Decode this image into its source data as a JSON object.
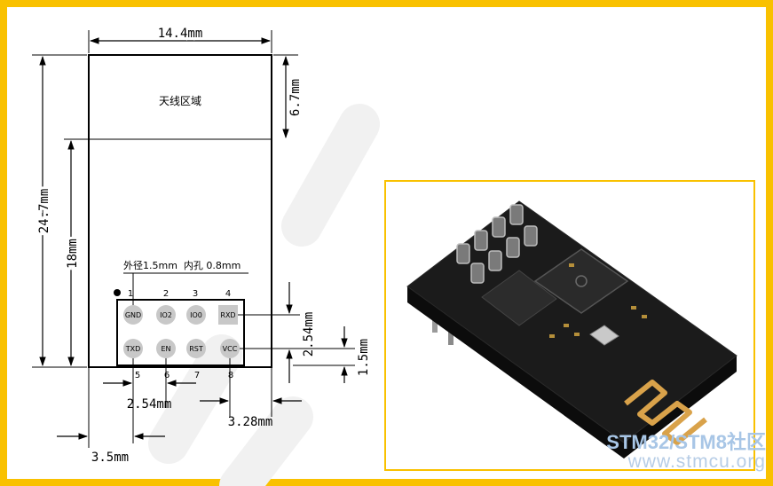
{
  "dims": {
    "width": "14.4mm",
    "height_total": "24.7mm",
    "antenna_h": "6.7mm",
    "body_h": "18mm",
    "pitch_v": "2.54mm",
    "pin_gap": "1.5mm",
    "pitch_h": "2.54mm",
    "right_gap": "3.28mm",
    "left_gap": "3.5mm"
  },
  "labels": {
    "antenna_area": "天线区域",
    "hole_spec": "外径1.5mm  内孔 0.8mm"
  },
  "pins_top": [
    {
      "num": "1",
      "name": "GND"
    },
    {
      "num": "2",
      "name": "IO2"
    },
    {
      "num": "3",
      "name": "IO0"
    },
    {
      "num": "4",
      "name": "RXD"
    }
  ],
  "pins_bottom": [
    {
      "num": "5",
      "name": "TXD"
    },
    {
      "num": "6",
      "name": "EN"
    },
    {
      "num": "7",
      "name": "RST"
    },
    {
      "num": "8",
      "name": "VCC"
    }
  ],
  "watermark": {
    "line1": "STM32/STM8社区",
    "line2": "www.stmcu.org"
  },
  "colors": {
    "frame": "#f9c100",
    "pcb": "#1b1b1b",
    "pin_fill": "#c8c8c8",
    "watermark": "#a8c6e6"
  }
}
